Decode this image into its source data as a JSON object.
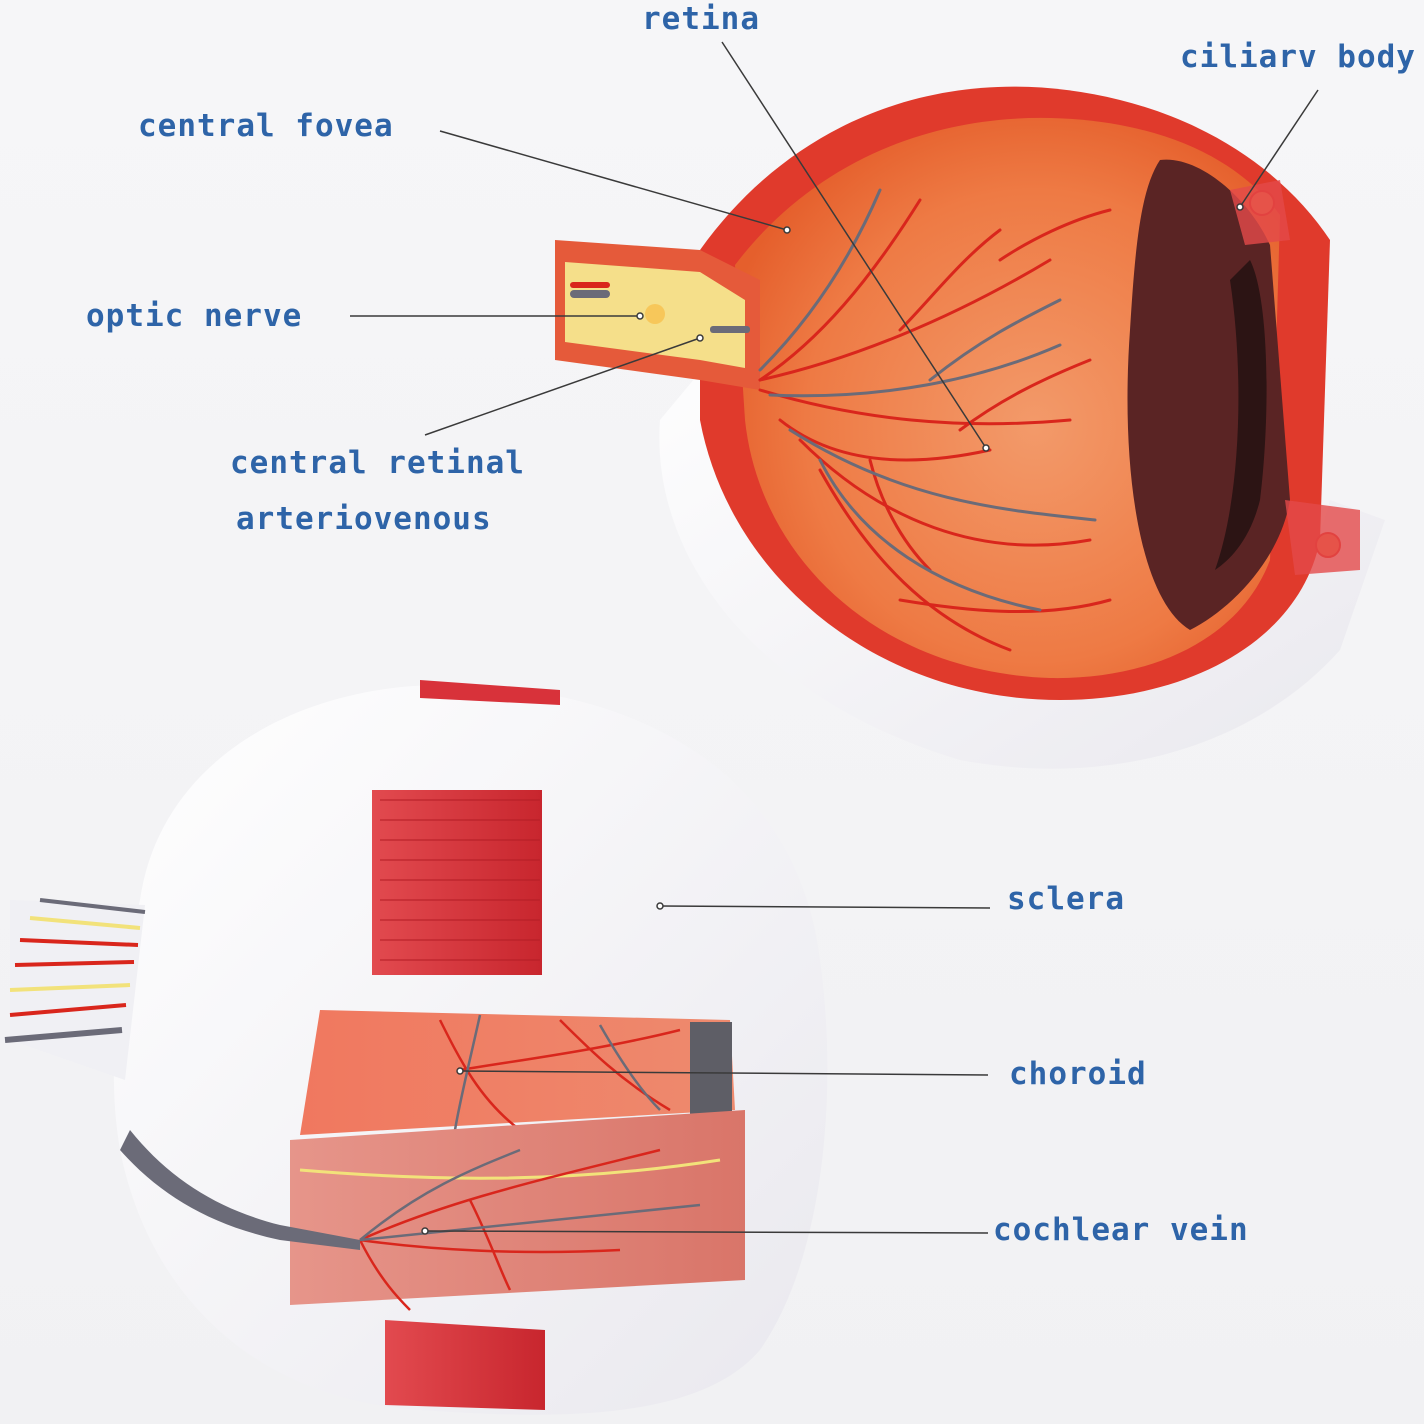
{
  "colors": {
    "label": "#2e64a8",
    "leader": "#3a3a3a",
    "sclera": "#f7f6f9",
    "retina": "#f07a45",
    "vessel_artery": "#d9261c",
    "vessel_vein": "#6b6b78",
    "muscle": "#d8323a",
    "nerve": "#f2e27a",
    "ciliary": "#4a2222"
  },
  "labels": {
    "retina": "retina",
    "ciliary_body": "ciliarv body",
    "central_fovea": "central fovea",
    "optic_nerve": "optic nerve",
    "central_retinal_1": "central retinal",
    "central_retinal_2": "arteriovenous",
    "sclera": "sclera",
    "choroid": "choroid",
    "cochlear_vein": "cochlear vein"
  }
}
